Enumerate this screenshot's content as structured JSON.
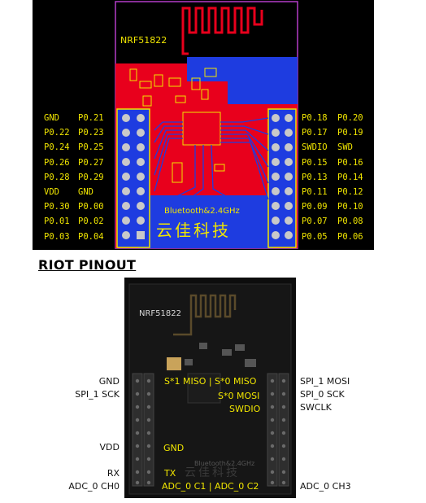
{
  "pcb": {
    "chip_label": "NRF51822",
    "bottom_text": "Bluetooth&2.4GHz",
    "logo_text": "云佳科技",
    "left_rows": [
      [
        "GND",
        "P0.21"
      ],
      [
        "P0.22",
        "P0.23"
      ],
      [
        "P0.24",
        "P0.25"
      ],
      [
        "P0.26",
        "P0.27"
      ],
      [
        "P0.28",
        "P0.29"
      ],
      [
        "VDD",
        "GND"
      ],
      [
        "P0.30",
        "P0.00"
      ],
      [
        "P0.01",
        "P0.02"
      ],
      [
        "P0.03",
        "P0.04"
      ]
    ],
    "right_rows": [
      [
        "P0.18",
        "P0.20"
      ],
      [
        "P0.17",
        "P0.19"
      ],
      [
        "SWDIO",
        "SWD"
      ],
      [
        "P0.15",
        "P0.16"
      ],
      [
        "P0.13",
        "P0.14"
      ],
      [
        "P0.11",
        "P0.12"
      ],
      [
        "P0.09",
        "P0.10"
      ],
      [
        "P0.07",
        "P0.08"
      ],
      [
        "P0.05",
        "P0.06"
      ]
    ],
    "colors": {
      "board": "#e8001c",
      "copper_blue": "#1e3ce0",
      "silk_yellow": "#f1e600",
      "outline_purple": "#b43cc8",
      "background": "#000000"
    }
  },
  "heading": "RIOT PINOUT",
  "photo": {
    "chip_label": "NRF51822",
    "logo_text": "云佳科技",
    "bottom_text": "Bluetooth&2.4GHz",
    "inner_labels": {
      "miso_pair": "S*1 MISO | S*0 MISO",
      "mosi0": "S*0 MOSI",
      "swdio": "SWDIO",
      "gnd": "GND",
      "tx": "TX",
      "adc_pair": "ADC_0 C1 | ADC_0 C2"
    },
    "left_labels": {
      "gnd": "GND",
      "spi1_sck": "SPI_1 SCK",
      "vdd": "VDD",
      "rx": "RX",
      "adc0_ch0": "ADC_0 CH0"
    },
    "right_labels": {
      "spi1_mosi": "SPI_1 MOSI",
      "spi0_sck": "SPI_0 SCK",
      "swclk": "SWCLK",
      "adc0_ch3": "ADC_0 CH3"
    }
  }
}
